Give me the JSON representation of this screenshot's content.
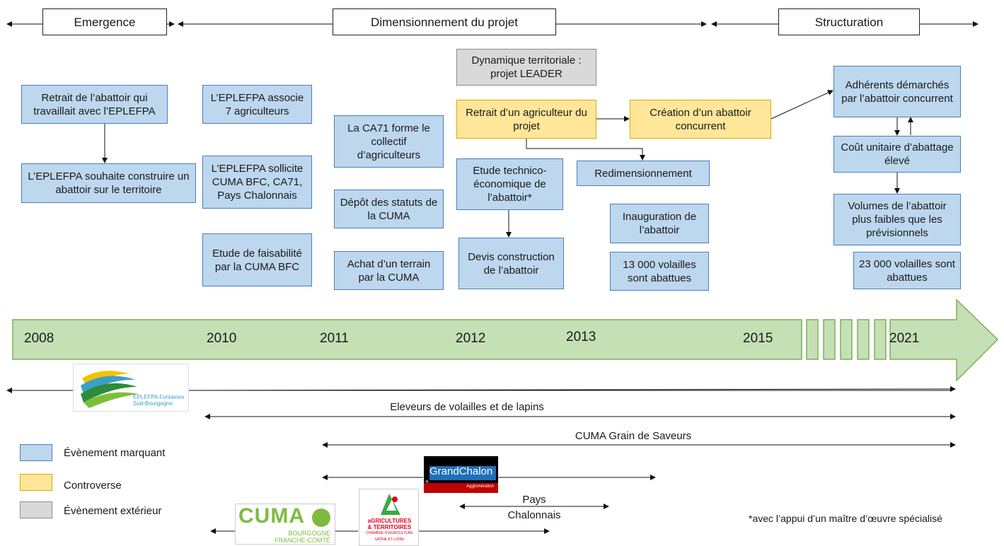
{
  "phases": {
    "emergence": "Emergence",
    "dimensionnement": "Dimensionnement du projet",
    "structuration": "Structuration"
  },
  "events": {
    "retrait_abattoir": "Retrait de l’abattoir qui travaillait avec l’EPLEFPA",
    "souhaite": "L’EPLEFPA souhaite construire un abattoir sur le territoire",
    "associe": "L’EPLEFPA associe 7 agriculteurs",
    "sollicite": "L’EPLEFPA sollicite CUMA BFC, CA71, Pays Chalonnais",
    "etude_faisabilite": "Etude de faisabilité par la CUMA  BFC",
    "ca71": "La CA71 forme le collectif d’agriculteurs",
    "depot": "Dépôt des statuts de la CUMA",
    "achat": "Achat d’un terrain par la CUMA",
    "dynamique": "Dynamique territoriale : projet LEADER",
    "retrait_agri": "Retrait d’un agriculteur du projet",
    "creation": "Création d’un abattoir concurrent",
    "etude_techno": "Etude technico-économique de l’abattoir*",
    "devis": "Devis construction de l’abattoir",
    "redim": "Redimensionnement",
    "inauguration": "Inauguration de l’abattoir",
    "volailles13": "13 000 volailles sont abattues",
    "adherents": "Adhérents démarchés par l’abattoir concurrent",
    "cout": "Coût unitaire d’abattage élevé",
    "volumes": "Volumes de l’abattoir plus faibles que les prévisionnels",
    "volailles23": "23 000 volailles sont abattues"
  },
  "years": [
    "2008",
    "2010",
    "2011",
    "2012",
    "2013",
    "2015",
    "2021"
  ],
  "actors": {
    "eleveurs": "Eleveurs de volailles et de lapins",
    "cuma_grain": "CUMA Grain de Saveurs",
    "pays": "Pays Chalonnais"
  },
  "logos": {
    "eplefpa_line1": "EPLEFPA Fontaines",
    "eplefpa_line2": "Sud-Bourgogne",
    "grand": "Grand",
    "chalon": "Chalon",
    "le": "Le",
    "agglo": "Agglomération",
    "cuma": "CUMA",
    "cuma_sub1": "BOURGOGNE",
    "cuma_sub2": "FRANCHE-COMTÉ",
    "agri1": "aGRICULTURES",
    "agri2": "& TERRITOIRES",
    "agri3": "CHAMBRE D'AGRICULTURE",
    "agri4": "SAÔNE-ET-LOIRE"
  },
  "legend": {
    "marquant": "Évènement marquant",
    "controverse": "Controverse",
    "exterieur": "Évènement extérieur"
  },
  "footnote": "*avec l’appui d’un maître d’œuvre spécialisé",
  "colors": {
    "event": "#bdd7ee",
    "controversy": "#ffe699",
    "external": "#d9d9d9",
    "timeline": "#c5e0b4"
  }
}
